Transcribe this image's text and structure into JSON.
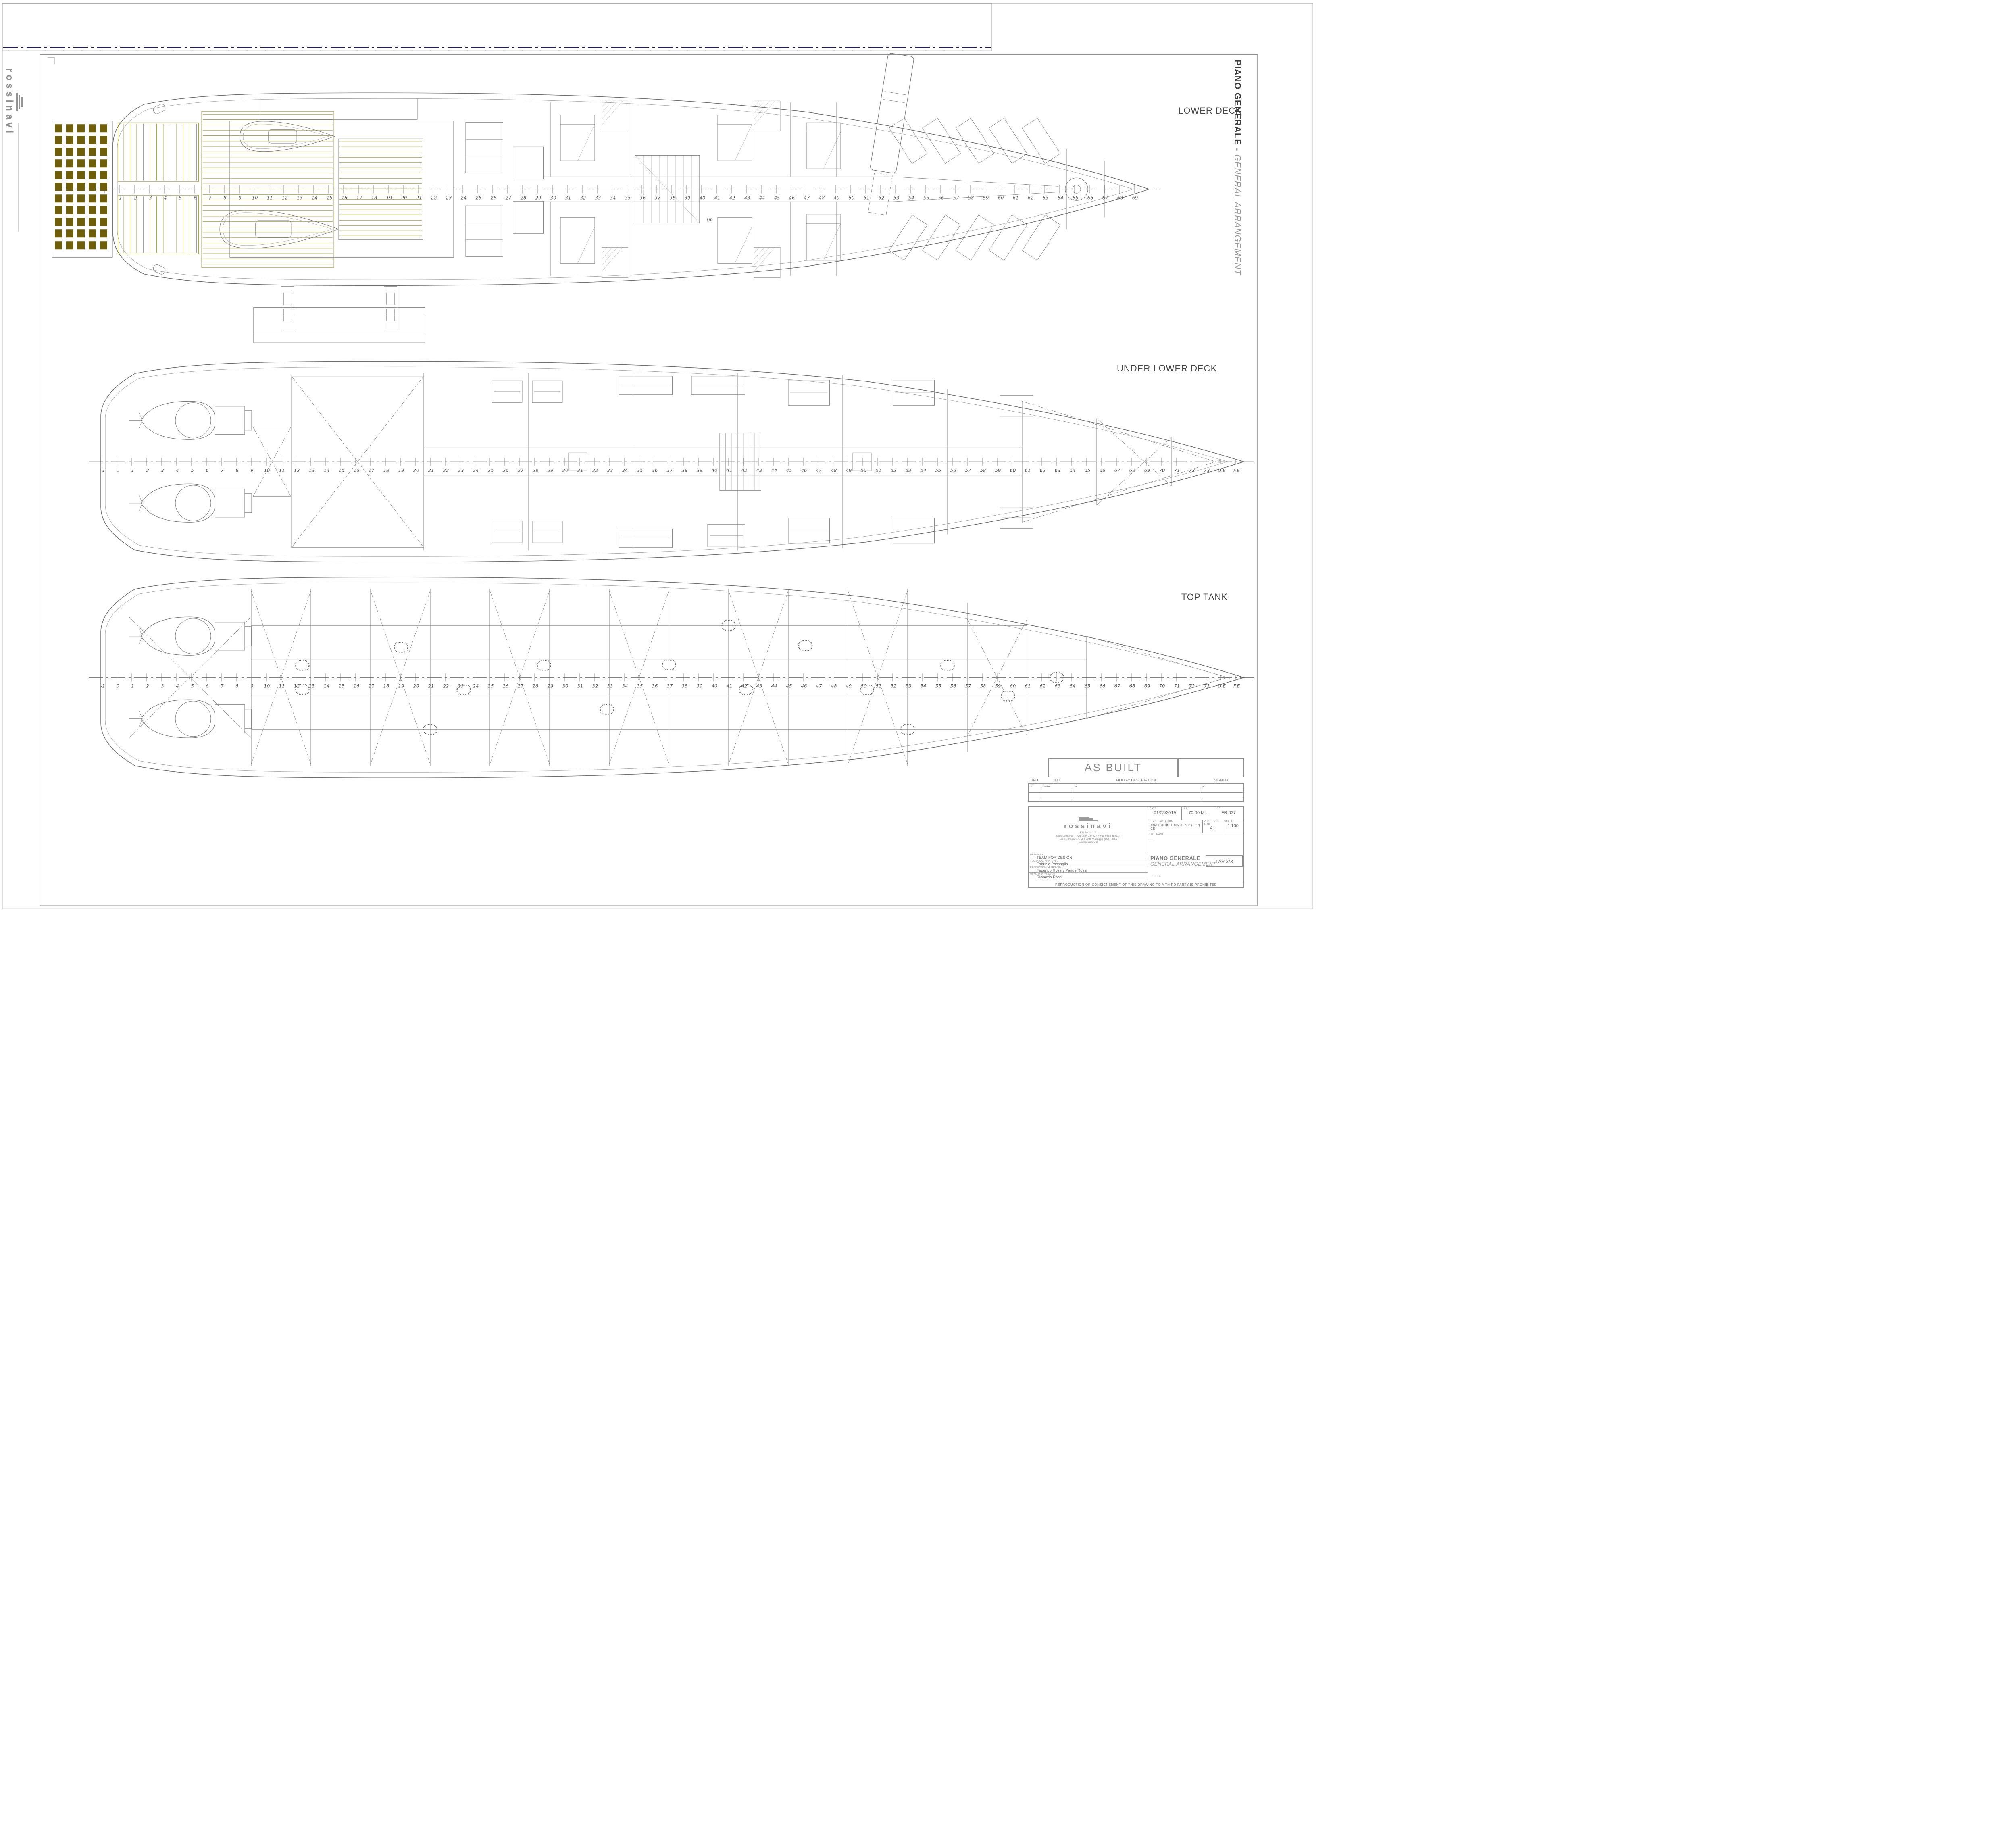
{
  "colors": {
    "paper": "#ffffff",
    "line": "#7a7a7a",
    "line_light": "#9a9a9a",
    "line_dark": "#4a4a4a",
    "frame_border": "#8f8f8f",
    "navy_dash": "#1c1a5e",
    "teak_fill": "#6f5e0a",
    "teak_line": "#a79a3e",
    "text": "#4d4d4d"
  },
  "margins": {
    "brand_vertical": "rossinavi",
    "title_vertical_bold": "PIANO GENERALE - ",
    "title_vertical_italic": "GENERAL ARRANGEMENT"
  },
  "plans": [
    {
      "id": "lower-deck",
      "label": "LOWER DECK",
      "stair_label": "UP",
      "frames": {
        "start": -1,
        "end": 69,
        "extras": []
      },
      "geom": {
        "sternX": 560,
        "bowX": 5700,
        "cl": 938,
        "hb": 478,
        "f0": 520,
        "sp": 74,
        "clx0": 280,
        "clx1": 5760,
        "fullTransom": true
      }
    },
    {
      "id": "under-lower-deck",
      "label": "UNDER LOWER DECK",
      "frames": {
        "start": -1,
        "end": 73,
        "extras": [
          "D.E",
          "F.E"
        ]
      },
      "geom": {
        "sternX": 500,
        "bowX": 6170,
        "cl": 2290,
        "hb": 498,
        "f0": 580,
        "sp": 74,
        "clx0": 440,
        "clx1": 6230,
        "fullTransom": false
      }
    },
    {
      "id": "top-tank",
      "label": "TOP TANK",
      "frames": {
        "start": -1,
        "end": 73,
        "extras": [
          "D.E",
          "F.E"
        ]
      },
      "geom": {
        "sternX": 500,
        "bowX": 6170,
        "cl": 3360,
        "hb": 498,
        "f0": 580,
        "sp": 74,
        "clx0": 440,
        "clx1": 6230,
        "fullTransom": false
      }
    }
  ],
  "title_block": {
    "as_built": "AS BUILT",
    "revision_table": {
      "headers": [
        "UPD",
        "DATE",
        "MODIFY DESCRIPTION",
        "SIGNED"
      ],
      "rows": [
        [
          "...",
          "../../..",
          "...",
          "..."
        ],
        [
          "",
          "",
          "",
          ""
        ],
        [
          "",
          "",
          "",
          ""
        ],
        [
          "",
          "",
          "",
          ""
        ]
      ]
    },
    "company": {
      "name": "rossinavi",
      "line1": "F.lli Rossi s.r.l.",
      "line2": "sede operativa T +39 0584 384227 F +39 0584 385114",
      "line3": "Via dei Pescatori, 56 55049 Viareggio (LU) - Italia",
      "line4": "www.rossinavi.it"
    },
    "fields": {
      "date_label": "DATE",
      "date": "01/03/2019",
      "hull_label": "HULL",
      "hull": "70,00 Mt.",
      "job_label": "JOB",
      "job": "FR.037",
      "class_label": "CLASS NOTATION",
      "class": "RINA C ✠ HULL  MACH  YCh (EFP) ICE",
      "plot_label": "PLOTTING SIZE",
      "plot": "A1",
      "scale_label": "SCALE",
      "scale": "1:100",
      "file_label": "FILE NAME",
      "file": "..."
    },
    "approvals": [
      {
        "label": "DRAWN BY",
        "value": "TEAM FOR DESIGN"
      },
      {
        "label": "TECHNICAL APPROVED",
        "value": "Fabrizio Passaglia"
      },
      {
        "label": "PRODUCTION APPROVED",
        "value": "Federico Rossi / Paride Rossi"
      },
      {
        "label": "QUALITY APPROVED",
        "value": "Riccardo Rossi"
      }
    ],
    "drawing_title_it": "PIANO GENERALE",
    "drawing_title_en": "GENERAL ARRANGEMENT",
    "tav": "TAV.3/3",
    "dots": ".....",
    "footer": "REPRODUCTION OR CONSIGNEMENT OF THIS DRAWING TO A THIRD PARTY IS PROHIBITED"
  }
}
